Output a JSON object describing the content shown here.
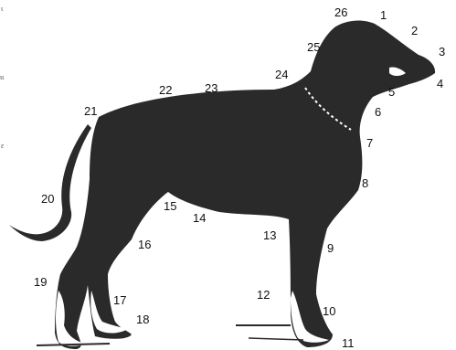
{
  "figure": {
    "subject": "dog-side-view-silhouette",
    "colors": {
      "background": "#ffffff",
      "body": "#2a2a2a",
      "markings": "#ffffff",
      "labels": "#111111"
    }
  },
  "labels": [
    {
      "id": "1",
      "text": "1"
    },
    {
      "id": "2",
      "text": "2"
    },
    {
      "id": "3",
      "text": "3"
    },
    {
      "id": "4",
      "text": "4"
    },
    {
      "id": "5",
      "text": "5"
    },
    {
      "id": "6",
      "text": "6"
    },
    {
      "id": "7",
      "text": "7"
    },
    {
      "id": "8",
      "text": "8"
    },
    {
      "id": "9",
      "text": "9"
    },
    {
      "id": "10",
      "text": "10"
    },
    {
      "id": "11",
      "text": "11"
    },
    {
      "id": "12",
      "text": "12"
    },
    {
      "id": "13",
      "text": "13"
    },
    {
      "id": "14",
      "text": "14"
    },
    {
      "id": "15",
      "text": "15"
    },
    {
      "id": "16",
      "text": "16"
    },
    {
      "id": "17",
      "text": "17"
    },
    {
      "id": "18",
      "text": "18"
    },
    {
      "id": "19",
      "text": "19"
    },
    {
      "id": "20",
      "text": "20"
    },
    {
      "id": "21",
      "text": "21"
    },
    {
      "id": "22",
      "text": "22"
    },
    {
      "id": "23",
      "text": "23"
    },
    {
      "id": "24",
      "text": "24"
    },
    {
      "id": "25",
      "text": "25"
    },
    {
      "id": "26",
      "text": "26"
    }
  ],
  "edge_fragments": [
    "ι",
    "ιι",
    "ε"
  ]
}
